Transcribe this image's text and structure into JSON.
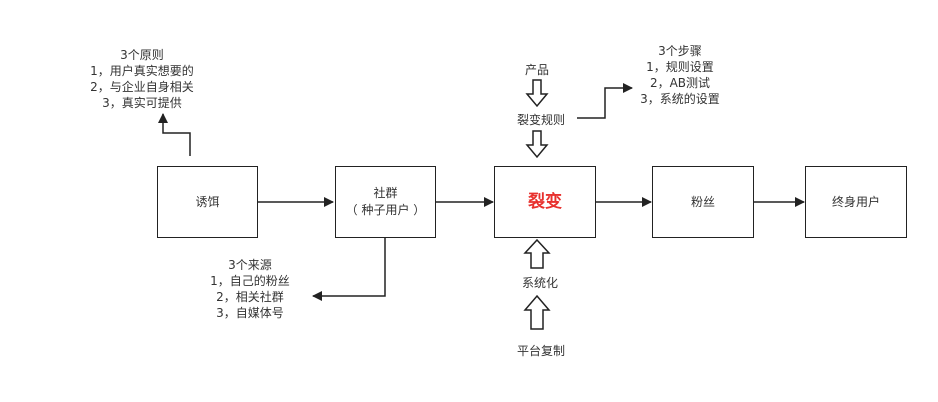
{
  "nodes": {
    "bait": "诱饵",
    "community": [
      "社群",
      "（ 种子用户 ）"
    ],
    "fission": "裂变",
    "fans": "粉丝",
    "user": "终身用户"
  },
  "principles": [
    "3个原则",
    "1，用户真实想要的",
    "2，与企业自身相关",
    "3，真实可提供"
  ],
  "sources": [
    "3个来源",
    "1，自己的粉丝",
    "2，相关社群",
    "3，自媒体号"
  ],
  "steps": [
    "3个步骤",
    "1，规则设置",
    "2，AB测试",
    "3，系统的设置"
  ],
  "labels": {
    "product": "产品",
    "rules": "裂变规则",
    "system": "系统化",
    "platform": "平台复制"
  },
  "colors": {
    "highlight": "#e8312e",
    "line": "#222222"
  }
}
